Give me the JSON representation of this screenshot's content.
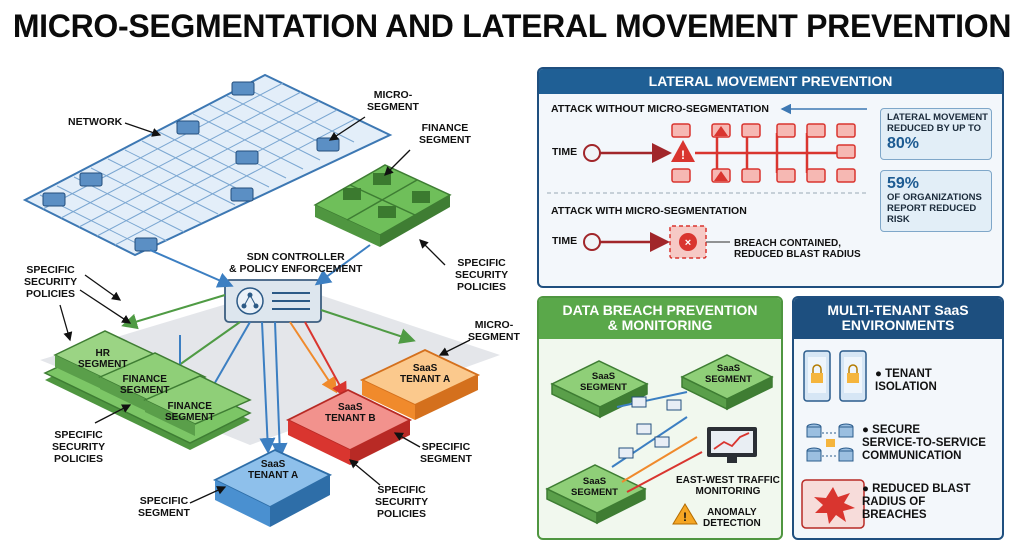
{
  "title": "MICRO-SEGMENTATION AND LATERAL MOVEMENT PREVENTION",
  "left": {
    "network": "NETWORK",
    "micro_segment_top": "MICRO-\nSEGMENT",
    "finance_segment_top": "FINANCE\nSEGMENT",
    "policies_left": "SPECIFIC\nSECURITY\nPOLICIES",
    "policies_right": "SPECIFIC\nSECURITY\nPOLICIES",
    "controller": "SDN CONTROLLER\n& POLICY ENFORCEMENT",
    "micro_segment_right": "MICRO-\nSEGMENT",
    "hr_segment": "HR\nSEGMENT",
    "finance_segment_1": "FINANCE\nSEGMENT",
    "finance_segment_2": "FINANCE\nSEGMENT",
    "saas_tenant_a_orange": "SaaS\nTENANT A",
    "saas_tenant_b": "SaaS\nTENANT B",
    "saas_tenant_a_blue": "SaaS\nTENANT A",
    "policies_bottom_left": "SPECIFIC\nSECURITY\nPOLICIES",
    "specific_segment_right": "SPECIFIC\nSEGMENT",
    "specific_segment_bottom": "SPECIFIC\nSEGMENT",
    "policies_bottom": "SPECIFIC\nSECURITY\nPOLICIES"
  },
  "lateral": {
    "header": "LATERAL MOVEMENT PREVENTION",
    "without_label": "ATTACK WITHOUT MICRO-SEGMENTATION",
    "time_1": "TIME",
    "with_label": "ATTACK WITH MICRO-SEGMENTATION",
    "time_2": "TIME",
    "contained": "BREACH CONTAINED,\nREDUCED BLAST RADIUS",
    "stat1_text": "LATERAL MOVEMENT\nREDUCED BY UP TO",
    "stat1_value": "80%",
    "stat2_value": "59%",
    "stat2_text": "OF ORGANIZATIONS\nREPORT REDUCED\nRISK"
  },
  "breach": {
    "header": "DATA BREACH PREVENTION\n& MONITORING",
    "saas_1": "SaaS\nSEGMENT",
    "saas_2": "SaaS\nSEGMENT",
    "saas_3": "SaaS\nSEGMENT",
    "traffic": "EAST-WEST TRAFFIC\nMONITORING",
    "anomaly": "ANOMALY\nDETECTION"
  },
  "tenant": {
    "header": "MULTI-TENANT SaaS\nENVIRONMENTS",
    "item1": "TENANT\nISOLATION",
    "item2": "SECURE\nSERVICE-TO-SERVICE\nCOMMUNICATION",
    "item3": "REDUCED BLAST\nRADIUS OF\nBREACHES"
  },
  "colors": {
    "navy": "#1f5f95",
    "green": "#5aa84a",
    "red": "#d9352f",
    "orange": "#f08a2c",
    "blue": "#4a90d0"
  }
}
